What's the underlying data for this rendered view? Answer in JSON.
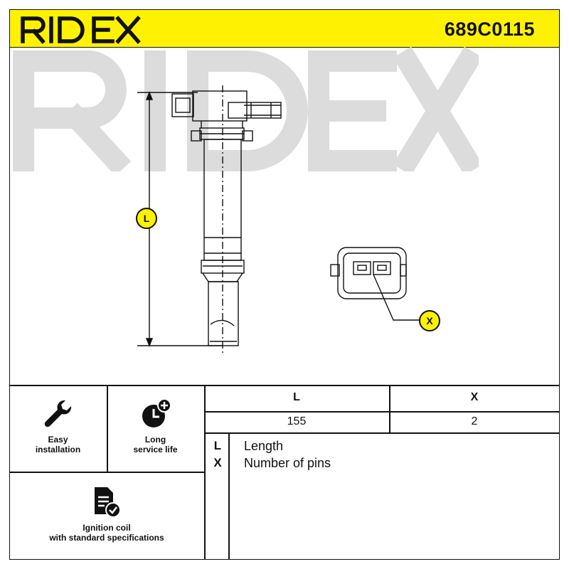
{
  "header": {
    "brand": "RIDEX",
    "part_number": "689C0115",
    "background_color": "#fff200"
  },
  "drawing": {
    "watermark_text": "RIDEX",
    "dimension_labels": {
      "length": "L",
      "pins": "X"
    }
  },
  "features": [
    {
      "icon": "wrench-icon",
      "label_line1": "Easy",
      "label_line2": "installation"
    },
    {
      "icon": "clock-plus-icon",
      "label_line1": "Long",
      "label_line2": "service life"
    },
    {
      "icon": "document-check-icon",
      "label_line1": "Ignition coil",
      "label_line2": "with standard specifications"
    }
  ],
  "spec_table": {
    "headers": [
      "L",
      "X"
    ],
    "values": [
      "155",
      "2"
    ]
  },
  "legend": [
    {
      "key": "L",
      "meaning": "Length"
    },
    {
      "key": "X",
      "meaning": "Number of pins"
    }
  ]
}
